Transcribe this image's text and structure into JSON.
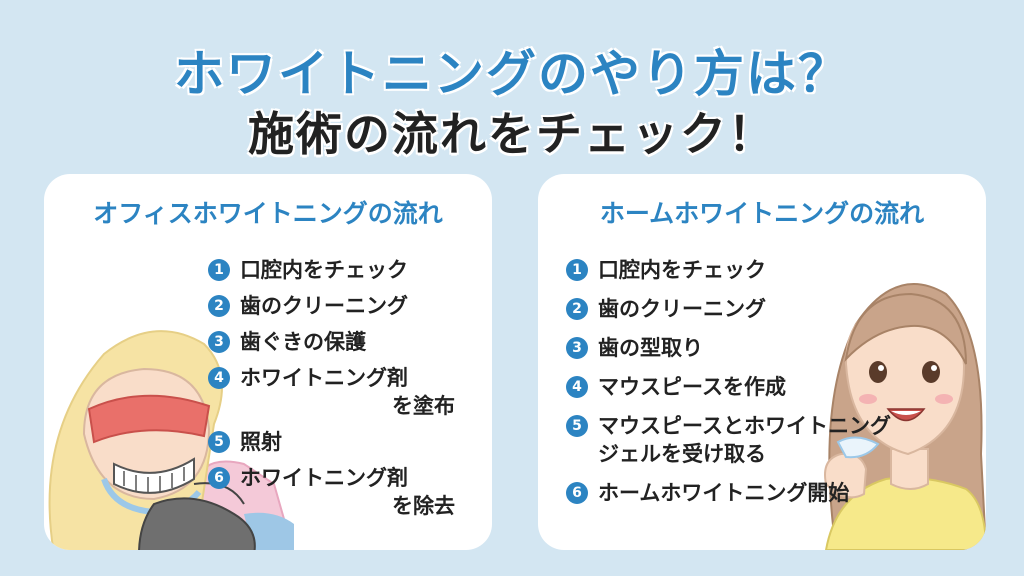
{
  "header": {
    "title_line1": "ホワイトニングのやり方は？",
    "title_line2": "施術の流れをチェック！"
  },
  "office": {
    "title": "オフィスホワイトニングの流れ",
    "steps": [
      {
        "num": "1",
        "line1": "口腔内をチェック"
      },
      {
        "num": "2",
        "line1": "歯のクリーニング"
      },
      {
        "num": "3",
        "line1": "歯ぐきの保護"
      },
      {
        "num": "4",
        "line1": "ホワイトニング剤",
        "line2": "を塗布"
      },
      {
        "num": "5",
        "line1": "照射"
      },
      {
        "num": "6",
        "line1": "ホワイトニング剤",
        "line2": "を除去"
      }
    ]
  },
  "home": {
    "title": "ホームホワイトニングの流れ",
    "steps": [
      {
        "num": "1",
        "line1": "口腔内をチェック"
      },
      {
        "num": "2",
        "line1": "歯のクリーニング"
      },
      {
        "num": "3",
        "line1": "歯の型取り"
      },
      {
        "num": "4",
        "line1": "マウスピースを作成"
      },
      {
        "num": "5",
        "line1": "マウスピースとホワイトニング",
        "line2": "ジェルを受け取る"
      },
      {
        "num": "6",
        "line1": "ホームホワイトニング開始"
      }
    ]
  },
  "colors": {
    "accent": "#2c84c2",
    "background": "#d3e6f2"
  }
}
